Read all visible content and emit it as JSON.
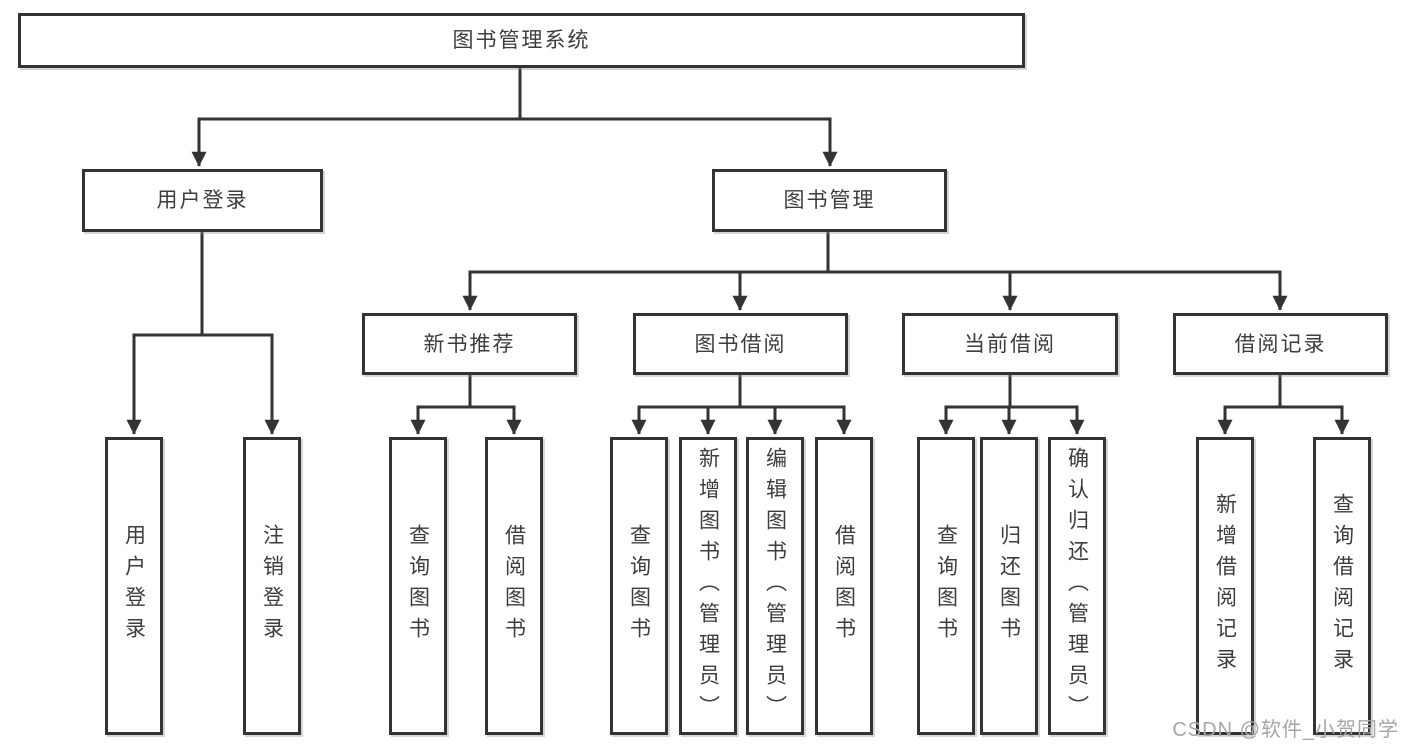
{
  "diagram": {
    "title": "图书管理系统",
    "level2": [
      {
        "label": "用户登录"
      },
      {
        "label": "图书管理"
      }
    ],
    "level3": [
      {
        "label": "新书推荐"
      },
      {
        "label": "图书借阅"
      },
      {
        "label": "当前借阅"
      },
      {
        "label": "借阅记录"
      }
    ],
    "level4": [
      {
        "label": "用户登录"
      },
      {
        "label": "注销登录"
      },
      {
        "label": "查询图书"
      },
      {
        "label": "借阅图书"
      },
      {
        "label": "查询图书"
      },
      {
        "label": "新增图书（管理员）"
      },
      {
        "label": "编辑图书（管理员）"
      },
      {
        "label": "借阅图书"
      },
      {
        "label": "查询图书"
      },
      {
        "label": "归还图书"
      },
      {
        "label": "确认归还（管理员）"
      },
      {
        "label": "新增借阅记录"
      },
      {
        "label": "查询借阅记录"
      }
    ]
  },
  "watermark": {
    "text": "CSDN @软件_小贺同学"
  },
  "colors": {
    "line": "#333333",
    "text": "#3d3d3d",
    "watermark": "#a6a6a6",
    "background": "#ffffff"
  }
}
